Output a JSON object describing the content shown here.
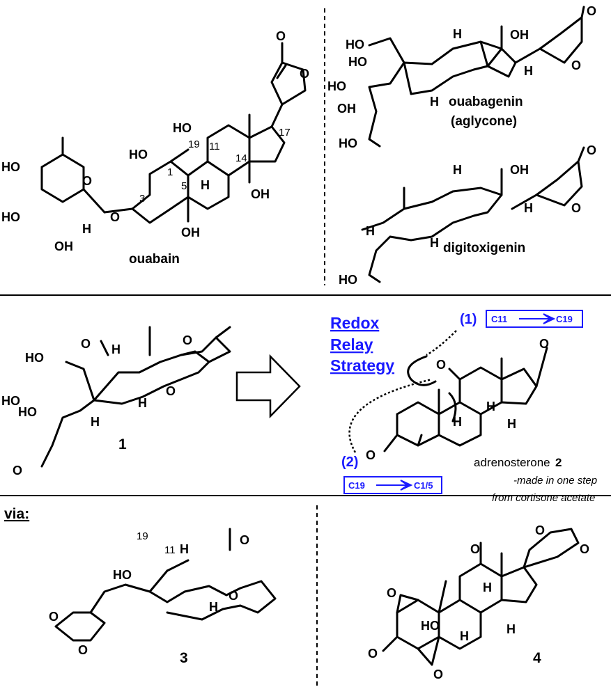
{
  "labels": {
    "ouabain": "ouabain",
    "ouabagenin": "ouabagenin",
    "aglycone": "(aglycone)",
    "digitoxigenin": "digitoxigenin",
    "compound1": "1",
    "compound3": "3",
    "compound4": "4",
    "adrenosterone": "adrenosterone",
    "adrenosterone_num": "2",
    "made_line1": "-made in one step",
    "made_line2": "from cortisone acetate",
    "via": "via:"
  },
  "strategy": {
    "line1": "Redox",
    "line2": "Relay",
    "line3": "Strategy",
    "step1_num": "(1)",
    "step1_from": "C11",
    "step1_to": "C19",
    "step2_num": "(2)",
    "step2_from": "C19",
    "step2_to": "C1/5"
  },
  "atom_numbers": {
    "n1": "1",
    "n3": "3",
    "n5": "5",
    "n11": "11",
    "n14": "14",
    "n17": "17",
    "n19": "19",
    "n19b": "19",
    "n11b": "11"
  },
  "atoms": {
    "O": "O",
    "H": "H",
    "OH": "OH",
    "HO": "HO"
  },
  "colors": {
    "accent": "#1a1aff",
    "ink": "#000000"
  }
}
